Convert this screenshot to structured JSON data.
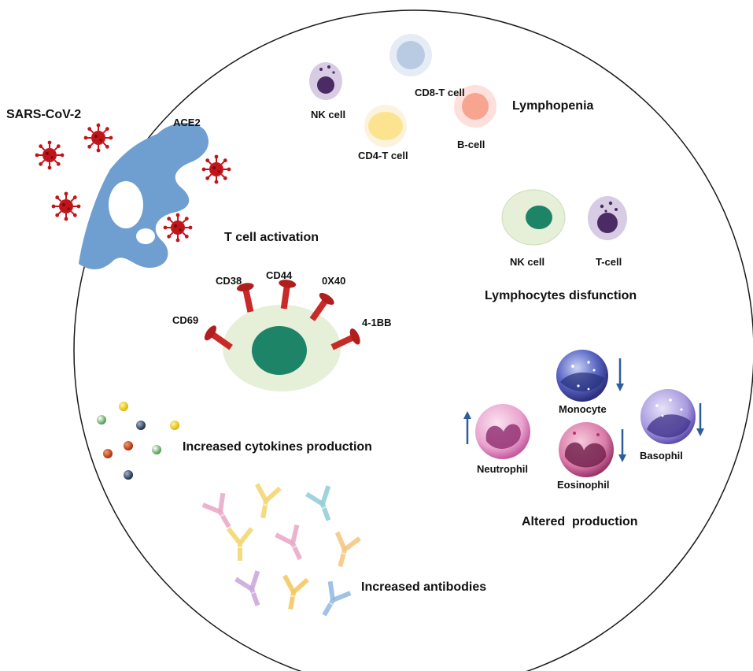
{
  "virus_label": "SARS-CoV-2",
  "receptor_label": "ACE2",
  "lymphopenia": {
    "title": "Lymphopenia",
    "cells": [
      "NK cell",
      "CD8-T cell",
      "CD4-T cell",
      "B-cell"
    ]
  },
  "t_cell_activation": {
    "title": "T cell activation",
    "markers": [
      "CD38",
      "CD44",
      "0X40",
      "CD69",
      "4-1BB"
    ]
  },
  "dysfunction": {
    "title": "Lymphocytes disfunction",
    "cells": [
      "NK cell",
      "T-cell"
    ]
  },
  "cytokines_label": "Increased cytokines production",
  "antibodies_label": "Increased antibodies",
  "altered_production": {
    "title": "Altered  production",
    "cells": [
      {
        "name": "Monocyte",
        "trend": "down"
      },
      {
        "name": "Neutrophil",
        "trend": "up"
      },
      {
        "name": "Eosinophil",
        "trend": "down"
      },
      {
        "name": "Basophil",
        "trend": "down"
      }
    ]
  },
  "colors": {
    "virus": "#c0161b",
    "membrane": "#6f9ed0",
    "cell_body": "#e6efd8",
    "nucleus": "#1d8468",
    "receptor": "#c82a28",
    "arrow": "#2e5d9a"
  }
}
